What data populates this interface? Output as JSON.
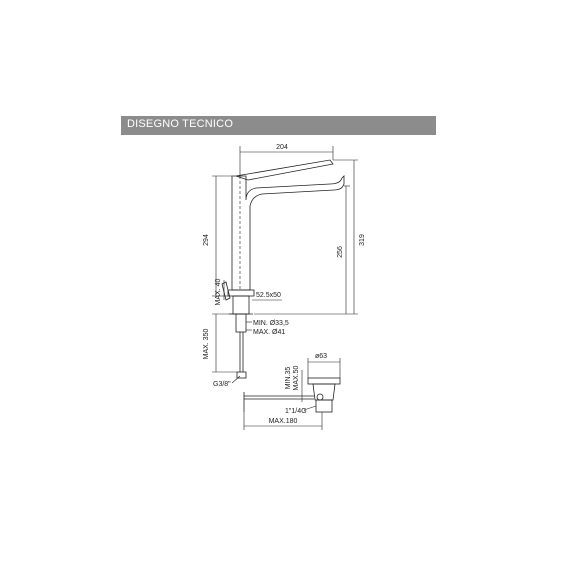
{
  "header": {
    "title": "DISEGNO TECNICO",
    "bar_color": "#8c8c8c"
  },
  "dimensions": {
    "width_top": "204",
    "height_left": "294",
    "height_right_total": "319",
    "height_spout": "256",
    "max_handle": "MAX. 40",
    "base_size": "52.5x50",
    "hole_min": "MIN. Ø33,5",
    "hole_max": "MAX. Ø41",
    "max_deck": "MAX. 350",
    "thread": "G3/8\"",
    "drain_diameter": "ø63",
    "drain_min": "MIN.35",
    "drain_max": "MAX.50",
    "drain_thread": "1\"1/4G",
    "max_rod": "MAX.180"
  }
}
